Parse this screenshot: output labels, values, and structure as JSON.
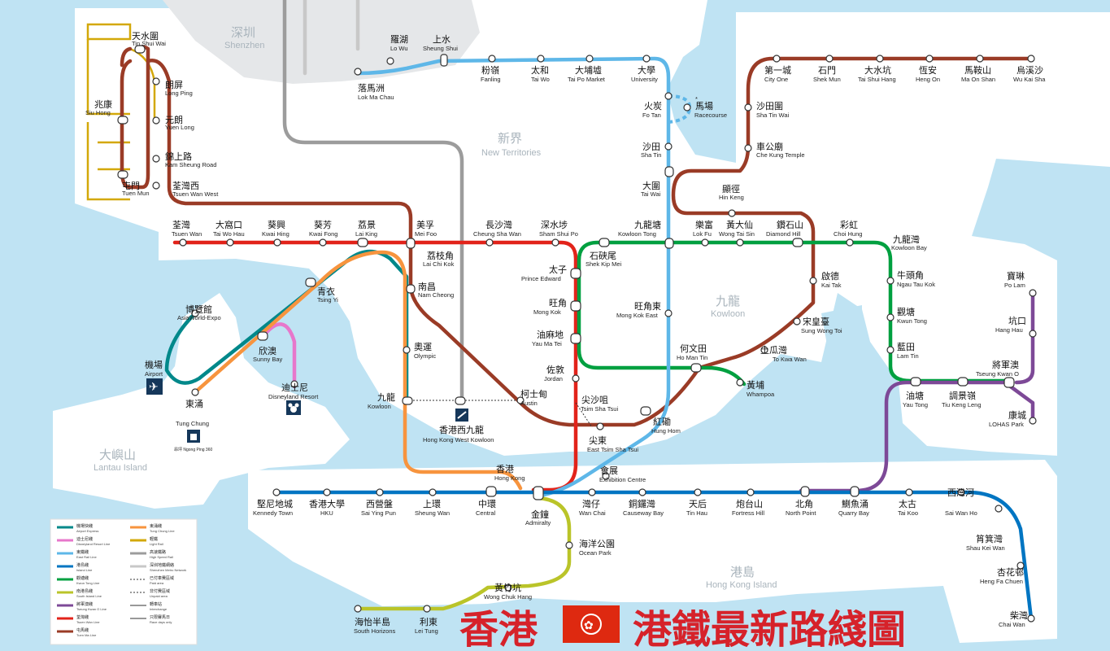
{
  "colors": {
    "sea": "#bfe3f3",
    "land": "#ffffff",
    "shenzhen": "#e5e7e9",
    "tuen_ma": "#9a3b26",
    "tsuen_wan": "#e2231a",
    "island": "#0075c2",
    "kwun_tong": "#00a040",
    "east_rail": "#5eb7e8",
    "tung_chung": "#f7943e",
    "airport_express": "#00888a",
    "tseung_kwan_o": "#7d4997",
    "south_island": "#bac429",
    "disneyland": "#e777cb",
    "light_rail": "#d3a809",
    "high_speed_rail": "#9c9c9c",
    "title_red": "#d6222a"
  },
  "regions": [
    {
      "zh": "深圳",
      "en": "Shenzhen"
    },
    {
      "zh": "新界",
      "en": "New Territories"
    },
    {
      "zh": "九龍",
      "en": "Kowloon"
    },
    {
      "zh": "大嶼山",
      "en": "Lantau Island"
    },
    {
      "zh": "港島",
      "en": "Hong Kong Island"
    }
  ],
  "title": {
    "before": "香港",
    "after": "港鐵最新路綫圖"
  },
  "stations": [
    {
      "zh": "天水圍",
      "en": "Tin Shui Wai"
    },
    {
      "zh": "朗屏",
      "en": "Long Ping"
    },
    {
      "zh": "兆康",
      "en": "Siu Hong"
    },
    {
      "zh": "元朗",
      "en": "Yuen Long"
    },
    {
      "zh": "錦上路",
      "en": "Kam Sheung Road"
    },
    {
      "zh": "屯門",
      "en": "Tuen Mun"
    },
    {
      "zh": "荃灣西",
      "en": "Tsuen Wan West"
    },
    {
      "zh": "羅湖",
      "en": "Lo Wu"
    },
    {
      "zh": "上水",
      "en": "Sheung Shui"
    },
    {
      "zh": "落馬洲",
      "en": "Lok Ma Chau"
    },
    {
      "zh": "粉嶺",
      "en": "Fanling"
    },
    {
      "zh": "太和",
      "en": "Tai Wo"
    },
    {
      "zh": "大埔墟",
      "en": "Tai Po Market"
    },
    {
      "zh": "大學",
      "en": "University"
    },
    {
      "zh": "火炭",
      "en": "Fo Tan"
    },
    {
      "zh": "馬場",
      "en": "Racecourse"
    },
    {
      "zh": "沙田",
      "en": "Sha Tin"
    },
    {
      "zh": "大圍",
      "en": "Tai Wai"
    },
    {
      "zh": "第一城",
      "en": "City One"
    },
    {
      "zh": "石門",
      "en": "Shek Mun"
    },
    {
      "zh": "大水坑",
      "en": "Tai Shui Hang"
    },
    {
      "zh": "恆安",
      "en": "Heng On"
    },
    {
      "zh": "馬鞍山",
      "en": "Ma On Shan"
    },
    {
      "zh": "烏溪沙",
      "en": "Wu Kai Sha"
    },
    {
      "zh": "沙田圍",
      "en": "Sha Tin Wai"
    },
    {
      "zh": "車公廟",
      "en": "Che Kung Temple"
    },
    {
      "zh": "顯徑",
      "en": "Hin Keng"
    },
    {
      "zh": "荃灣",
      "en": "Tsuen Wan"
    },
    {
      "zh": "大窩口",
      "en": "Tai Wo Hau"
    },
    {
      "zh": "葵興",
      "en": "Kwai Hing"
    },
    {
      "zh": "葵芳",
      "en": "Kwai Fong"
    },
    {
      "zh": "荔景",
      "en": "Lai King"
    },
    {
      "zh": "美孚",
      "en": "Mei Foo"
    },
    {
      "zh": "長沙灣",
      "en": "Cheung Sha Wan"
    },
    {
      "zh": "深水埗",
      "en": "Sham Shui Po"
    },
    {
      "zh": "九龍塘",
      "en": "Kowloon Tong"
    },
    {
      "zh": "樂富",
      "en": "Lok Fu"
    },
    {
      "zh": "黃大仙",
      "en": "Wong Tai Sin"
    },
    {
      "zh": "鑽石山",
      "en": "Diamond Hill"
    },
    {
      "zh": "彩虹",
      "en": "Choi Hung"
    },
    {
      "zh": "九龍灣",
      "en": "Kowloon Bay"
    },
    {
      "zh": "荔枝角",
      "en": "Lai Chi Kok"
    },
    {
      "zh": "南昌",
      "en": "Nam Cheong"
    },
    {
      "zh": "青衣",
      "en": "Tsing Yi"
    },
    {
      "zh": "博覽館",
      "en": "AsiaWorld-Expo"
    },
    {
      "zh": "欣澳",
      "en": "Sunny Bay"
    },
    {
      "zh": "機場",
      "en": "Airport"
    },
    {
      "zh": "迪士尼",
      "en": "Disneyland Resort"
    },
    {
      "zh": "東涌",
      "en": "Tung Chung"
    },
    {
      "zh": "奧運",
      "en": "Olympic"
    },
    {
      "zh": "九龍",
      "en": "Kowloon"
    },
    {
      "zh": "香港西九龍",
      "en": "Hong Kong West Kowloon"
    },
    {
      "zh": "柯士甸",
      "en": "Austin"
    },
    {
      "zh": "太子",
      "en": "Prince Edward"
    },
    {
      "zh": "石硤尾",
      "en": "Shek Kip Mei"
    },
    {
      "zh": "旺角",
      "en": "Mong Kok"
    },
    {
      "zh": "旺角東",
      "en": "Mong Kok East"
    },
    {
      "zh": "油麻地",
      "en": "Yau Ma Tei"
    },
    {
      "zh": "佐敦",
      "en": "Jordan"
    },
    {
      "zh": "尖沙咀",
      "en": "Tsim Sha Tsui"
    },
    {
      "zh": "尖東",
      "en": "East Tsim Sha Tsui"
    },
    {
      "zh": "紅磡",
      "en": "Hung Hom"
    },
    {
      "zh": "何文田",
      "en": "Ho Man Tin"
    },
    {
      "zh": "黃埔",
      "en": "Whampoa"
    },
    {
      "zh": "土瓜灣",
      "en": "To Kwa Wan"
    },
    {
      "zh": "宋皇臺",
      "en": "Sung Wong Toi"
    },
    {
      "zh": "啟德",
      "en": "Kai Tak"
    },
    {
      "zh": "牛頭角",
      "en": "Ngau Tau Kok"
    },
    {
      "zh": "觀塘",
      "en": "Kwun Tong"
    },
    {
      "zh": "藍田",
      "en": "Lam Tin"
    },
    {
      "zh": "油塘",
      "en": "Yau Tong"
    },
    {
      "zh": "調景嶺",
      "en": "Tiu Keng Leng"
    },
    {
      "zh": "將軍澳",
      "en": "Tseung Kwan O"
    },
    {
      "zh": "寶琳",
      "en": "Po Lam"
    },
    {
      "zh": "坑口",
      "en": "Hang Hau"
    },
    {
      "zh": "康城",
      "en": "LOHAS Park"
    },
    {
      "zh": "香港",
      "en": "Hong Kong"
    },
    {
      "zh": "堅尼地城",
      "en": "Kennedy Town"
    },
    {
      "zh": "香港大學",
      "en": "HKU"
    },
    {
      "zh": "西營盤",
      "en": "Sai Ying Pun"
    },
    {
      "zh": "上環",
      "en": "Sheung Wan"
    },
    {
      "zh": "中環",
      "en": "Central"
    },
    {
      "zh": "金鐘",
      "en": "Admiralty"
    },
    {
      "zh": "灣仔",
      "en": "Wan Chai"
    },
    {
      "zh": "會展",
      "en": "Exhibition Centre"
    },
    {
      "zh": "銅鑼灣",
      "en": "Causeway Bay"
    },
    {
      "zh": "天后",
      "en": "Tin Hau"
    },
    {
      "zh": "炮台山",
      "en": "Fortress Hill"
    },
    {
      "zh": "北角",
      "en": "North Point"
    },
    {
      "zh": "鰂魚涌",
      "en": "Quarry Bay"
    },
    {
      "zh": "太古",
      "en": "Tai Koo"
    },
    {
      "zh": "西灣河",
      "en": "Sai Wan Ho"
    },
    {
      "zh": "筲箕灣",
      "en": "Shau Kei Wan"
    },
    {
      "zh": "杏花邨",
      "en": "Heng Fa Chuen"
    },
    {
      "zh": "柴灣",
      "en": "Chai Wan"
    },
    {
      "zh": "海洋公園",
      "en": "Ocean Park"
    },
    {
      "zh": "黃竹坑",
      "en": "Wong Chuk Hang"
    },
    {
      "zh": "利東",
      "en": "Lei Tung"
    },
    {
      "zh": "海怡半島",
      "en": "South Horizons"
    }
  ],
  "legend": [
    {
      "zh": "機場快綫",
      "en": "Airport Express",
      "color": "#00888a"
    },
    {
      "zh": "迪士尼綫",
      "en": "Disneyland Resort Line",
      "color": "#e777cb"
    },
    {
      "zh": "東鐵綫",
      "en": "East Rail Line",
      "color": "#5eb7e8"
    },
    {
      "zh": "港島綫",
      "en": "Island Line",
      "color": "#0075c2"
    },
    {
      "zh": "觀塘綫",
      "en": "Kwun Tong Line",
      "color": "#00a040"
    },
    {
      "zh": "南港島綫",
      "en": "South Island Line",
      "color": "#bac429"
    },
    {
      "zh": "將軍澳綫",
      "en": "Tseung Kwan O Line",
      "color": "#7d4997"
    },
    {
      "zh": "荃灣綫",
      "en": "Tsuen Wan Line",
      "color": "#e2231a"
    },
    {
      "zh": "屯馬綫",
      "en": "Tuen Ma Line",
      "color": "#9a3b26"
    },
    {
      "zh": "東涌綫",
      "en": "Tung Chung Line",
      "color": "#f7943e"
    },
    {
      "zh": "輕鐵",
      "en": "Light Rail",
      "color": "#d3a809"
    },
    {
      "zh": "高速鐵路",
      "en": "High Speed Rail",
      "color": "#9c9c9c"
    },
    {
      "zh": "深圳地鐵網絡",
      "en": "Shenzhen Metro Network",
      "color": "#c8c8c8"
    },
    {
      "zh": "已付車費區域",
      "en": "Paid area",
      "color": "#333333"
    },
    {
      "zh": "非付費區域",
      "en": "Unpaid area",
      "color": "#333333"
    },
    {
      "zh": "轉車站",
      "en": "Interchange",
      "color": "#333333"
    },
    {
      "zh": "只限賽馬日",
      "en": "Race days only",
      "color": "#333333"
    }
  ],
  "misc": {
    "ngong_ping": "昂坪 Ngong Ping 360",
    "racecourse_mark": "*"
  }
}
